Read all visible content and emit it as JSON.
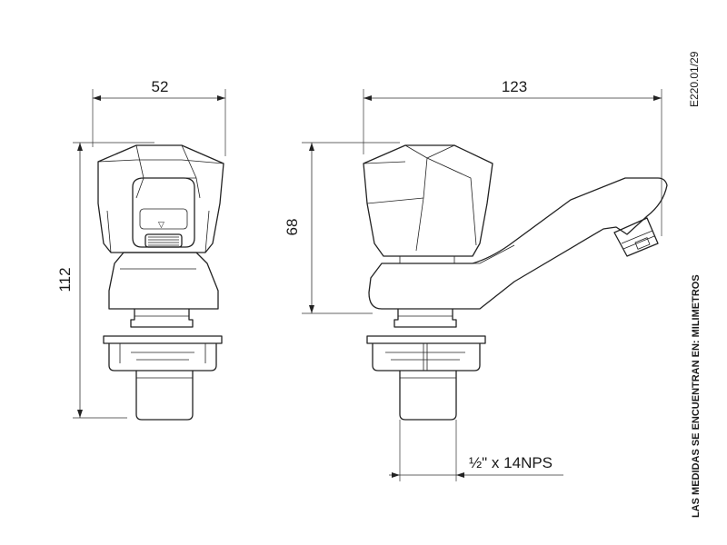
{
  "drawing_ref": "E220.01/29",
  "units_note": "LAS MEDIDAS SE ENCUENTRAN EN: MILIMETROS",
  "front_view": {
    "width_dim": "52",
    "height_dim": "112"
  },
  "side_view": {
    "length_dim": "123",
    "handle_height_dim": "68",
    "thread_dim": "½\" x 14NPS"
  }
}
